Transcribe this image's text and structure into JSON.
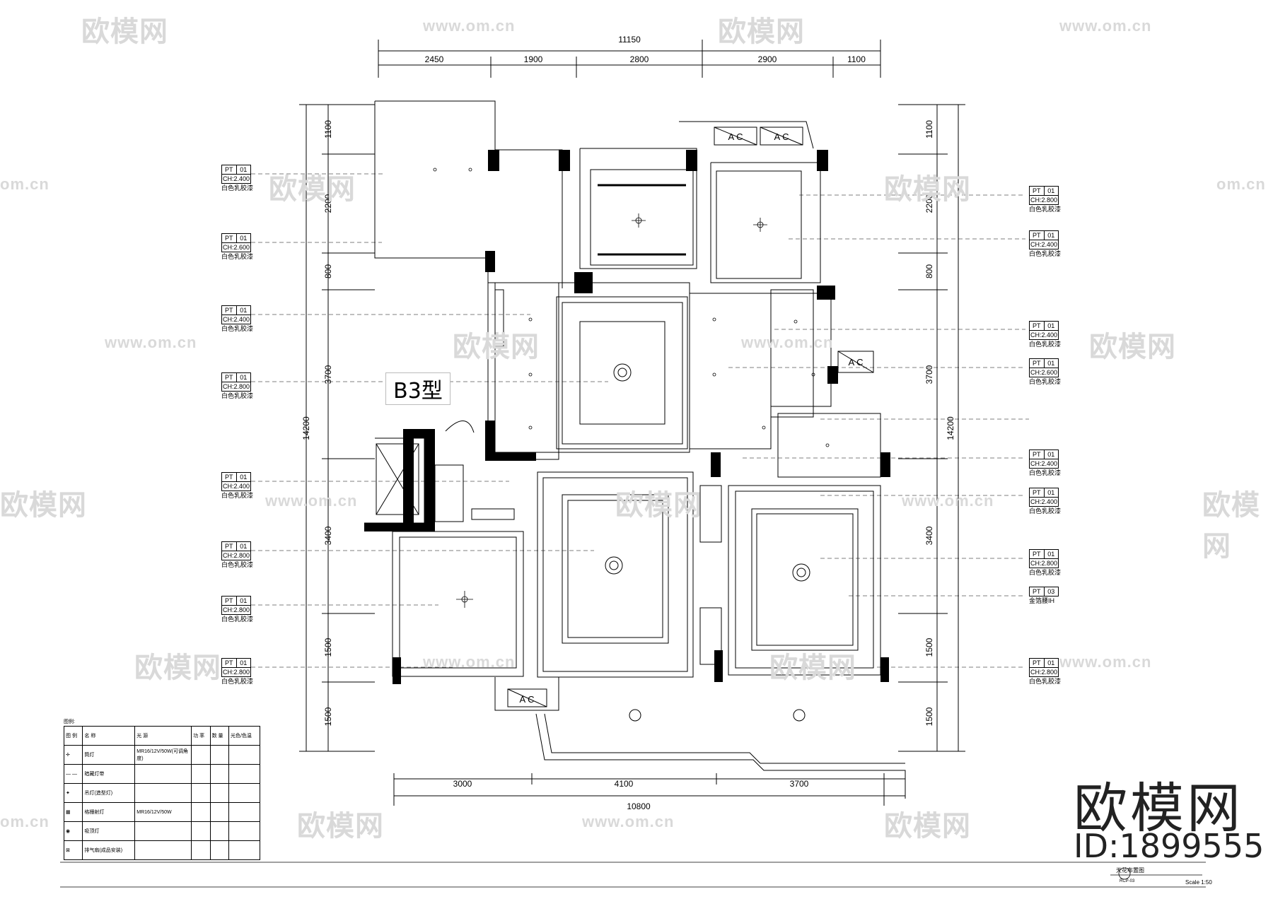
{
  "plan": {
    "type_label": "B3型",
    "dims_top_total": "11150",
    "dims_top": [
      "2450",
      "1900",
      "2800",
      "2900",
      "1100"
    ],
    "dims_bottom": [
      "3000",
      "4100",
      "3700"
    ],
    "dims_bottom_total": "10800",
    "dims_left": [
      "1100",
      "2200",
      "800",
      "3700",
      "3400",
      "1500",
      "1500"
    ],
    "dims_left_total": "14200",
    "dims_right": [
      "1100",
      "2200",
      "800",
      "3700",
      "3400",
      "1500",
      "1500"
    ],
    "dims_right_total": "14200",
    "ac_labels": [
      "A C",
      "A C",
      "A C",
      "A C"
    ]
  },
  "ceiling_tags_left": [
    {
      "code": "PT",
      "num": "01",
      "height": "CH:2.400",
      "material": "白色乳胶漆"
    },
    {
      "code": "PT",
      "num": "01",
      "height": "CH:2.600",
      "material": "白色乳胶漆"
    },
    {
      "code": "PT",
      "num": "01",
      "height": "CH:2.400",
      "material": "白色乳胶漆"
    },
    {
      "code": "PT",
      "num": "01",
      "height": "CH:2.800",
      "material": "白色乳胶漆"
    },
    {
      "code": "PT",
      "num": "01",
      "height": "CH:2.400",
      "material": "白色乳胶漆"
    },
    {
      "code": "PT",
      "num": "01",
      "height": "CH:2.800",
      "material": "白色乳胶漆"
    },
    {
      "code": "PT",
      "num": "01",
      "height": "CH:2.800",
      "material": "白色乳胶漆"
    },
    {
      "code": "PT",
      "num": "01",
      "height": "CH:2.800",
      "material": "白色乳胶漆"
    }
  ],
  "ceiling_tags_right": [
    {
      "code": "PT",
      "num": "01",
      "height": "CH:2.800",
      "material": "白色乳胶漆"
    },
    {
      "code": "PT",
      "num": "01",
      "height": "CH:2.400",
      "material": "白色乳胶漆"
    },
    {
      "code": "PT",
      "num": "01",
      "height": "CH:2.400",
      "material": "白色乳胶漆"
    },
    {
      "code": "PT",
      "num": "01",
      "height": "CH:2.600",
      "material": "白色乳胶漆"
    },
    {
      "code": "PT",
      "num": "01",
      "height": "CH:2.400",
      "material": "白色乳胶漆"
    },
    {
      "code": "PT",
      "num": "01",
      "height": "CH:2.400",
      "material": "白色乳胶漆"
    },
    {
      "code": "PT",
      "num": "01",
      "height": "CH:2.800",
      "material": "白色乳胶漆"
    },
    {
      "code": "PT",
      "num": "03",
      "height": "",
      "material": "金箔腰IH"
    },
    {
      "code": "PT",
      "num": "01",
      "height": "CH:2.800",
      "material": "白色乳胶漆"
    }
  ],
  "legend": {
    "title": "图例:",
    "headers": [
      "图 例",
      "名 称",
      "光 源",
      "功 率",
      "数 量",
      "光色/色温"
    ],
    "rows": [
      {
        "name": "筒灯",
        "source": "MR16/12V/50W(可调角度)"
      },
      {
        "name": "暗藏灯带",
        "source": ""
      },
      {
        "name": "吊灯(造型灯)",
        "source": ""
      },
      {
        "name": "格栅射灯",
        "source": "MR16/12V/50W"
      },
      {
        "name": "吸顶灯",
        "source": ""
      },
      {
        "name": "排气扇(成品安装)",
        "source": ""
      }
    ]
  },
  "watermarks": {
    "logo_text": "欧模网",
    "url_text": "www.om.cn",
    "url_short": "om.cn"
  },
  "brand": {
    "name": "欧模网",
    "id": "ID:1899555"
  },
  "title_block": {
    "title": "天花布置图",
    "sheet": "RCP-03",
    "scale": "Scale 1:50"
  },
  "colors": {
    "line": "#000000",
    "wall": "#000000",
    "watermark": "#d9d9d9"
  }
}
